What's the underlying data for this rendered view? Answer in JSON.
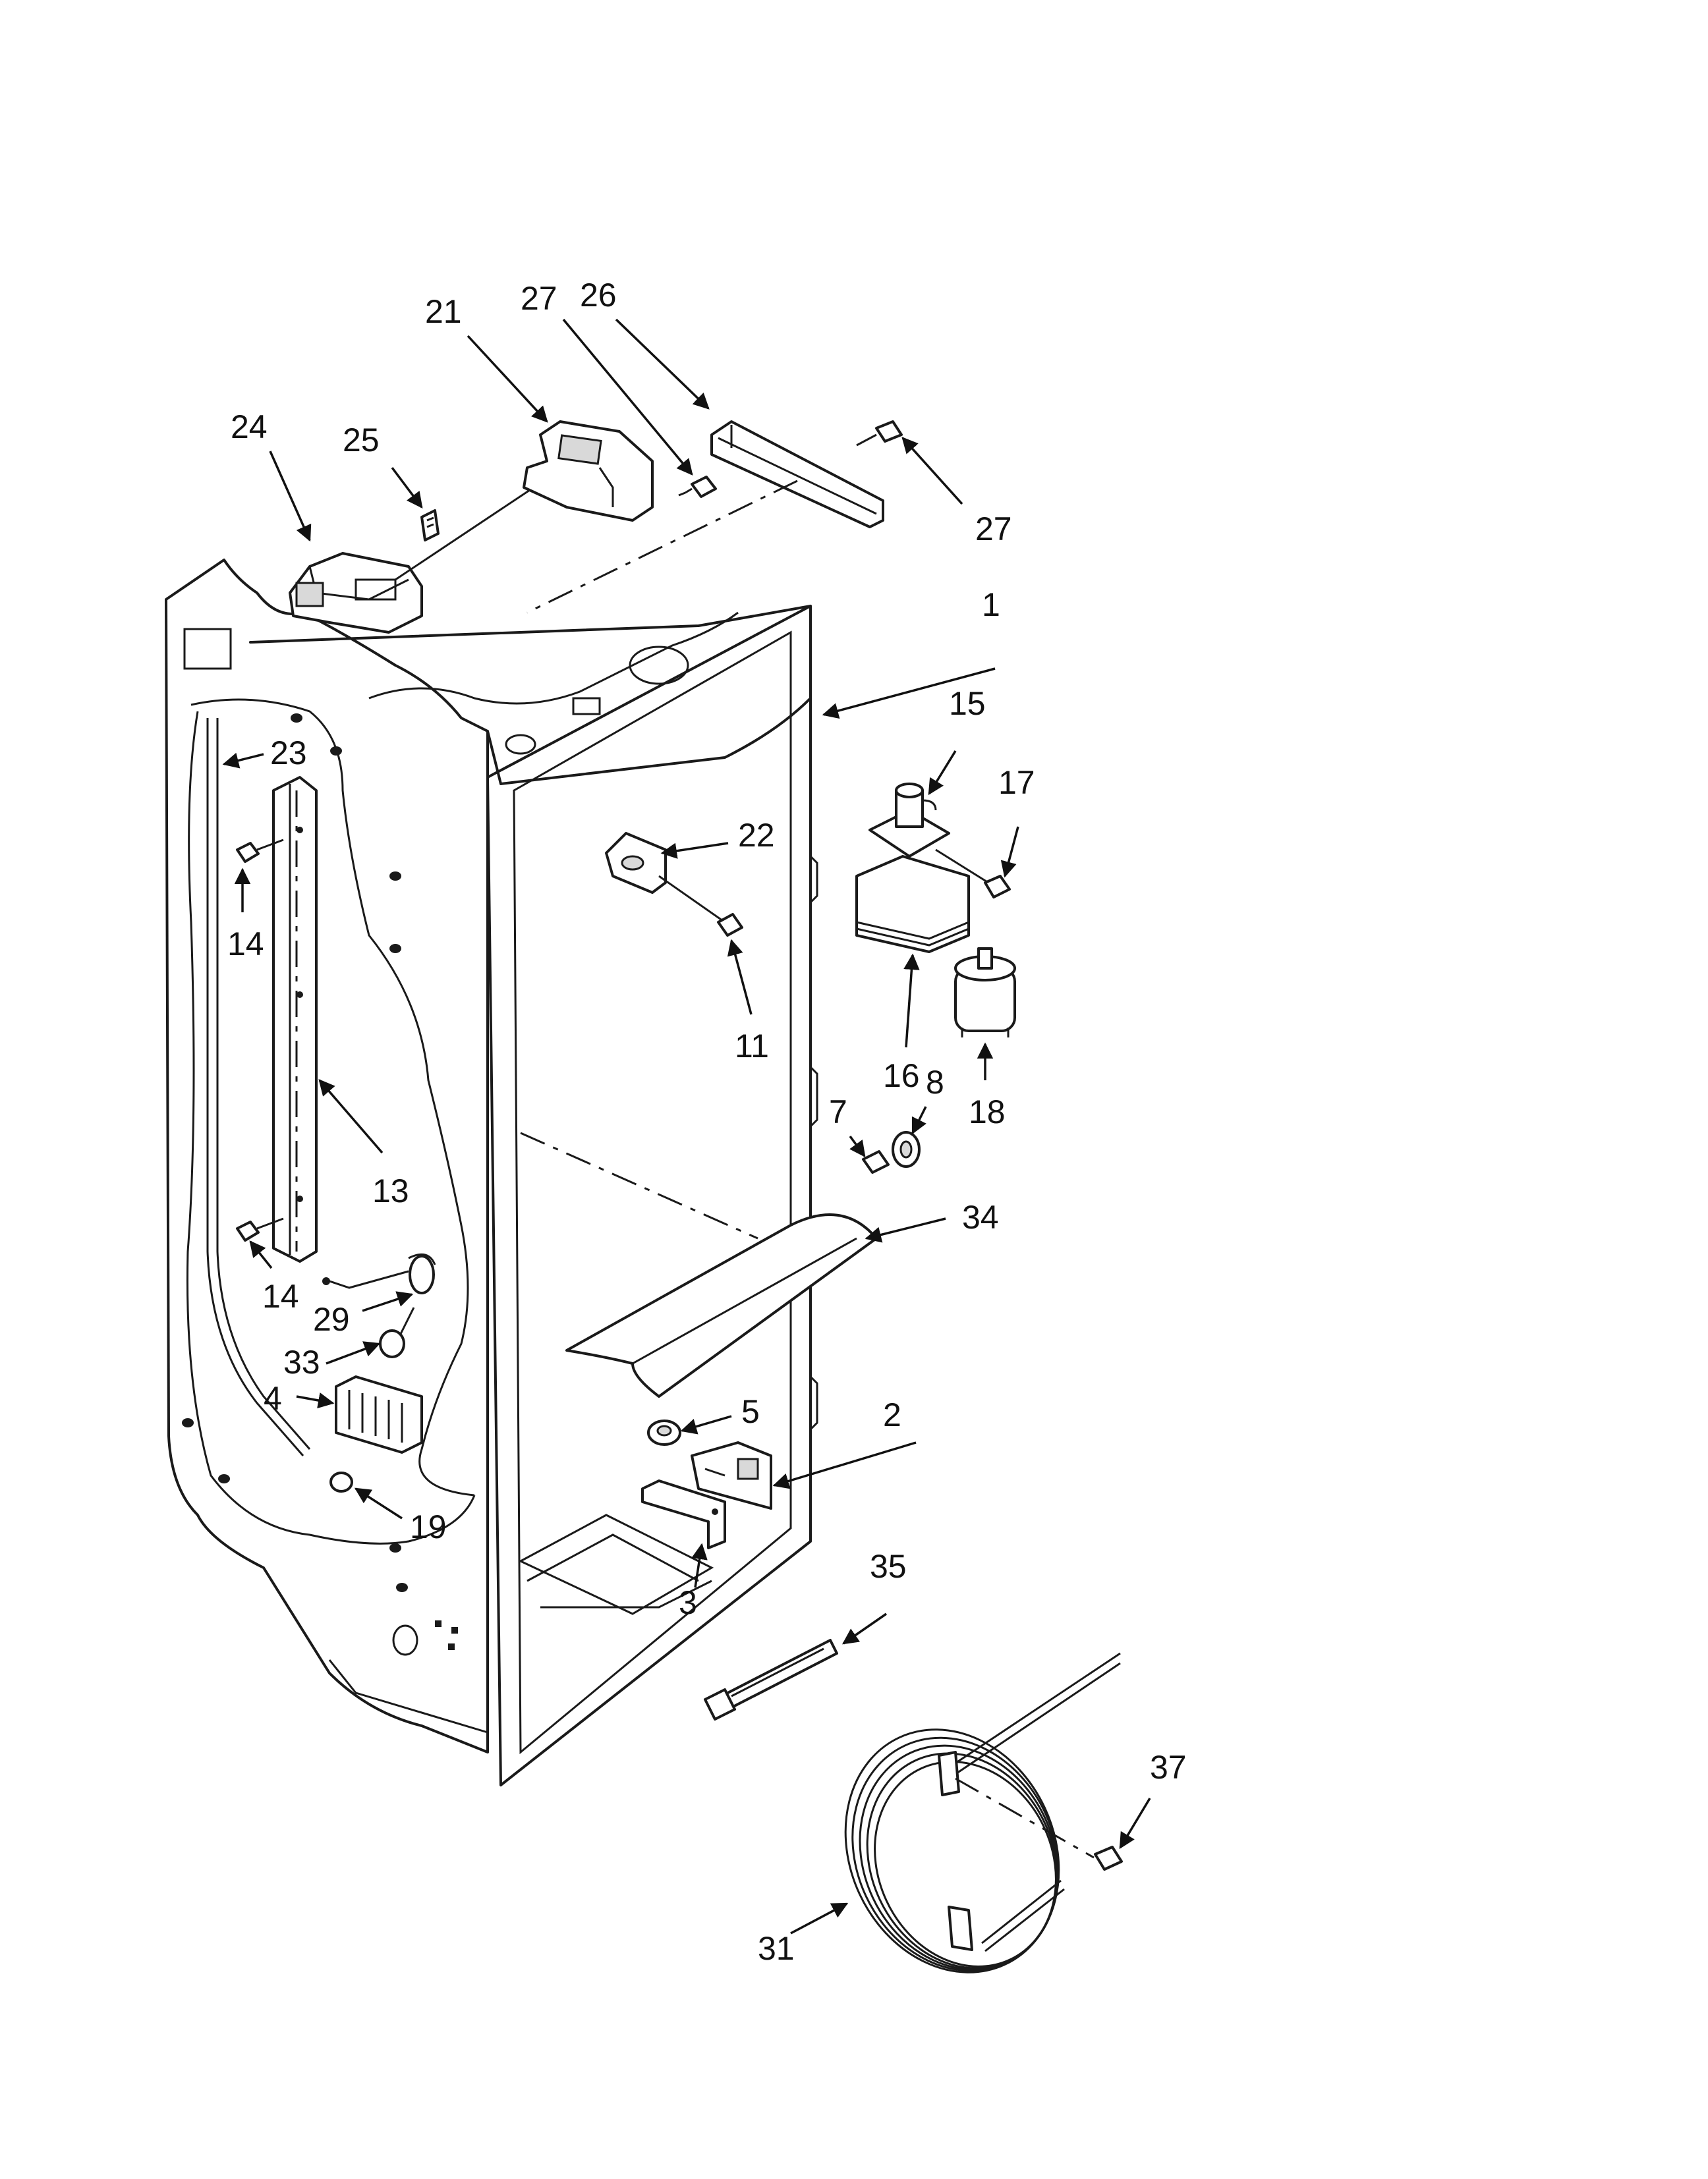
{
  "diagram": {
    "callouts": {
      "c1": "1",
      "c2": "2",
      "c3": "3",
      "c4": "4",
      "c5": "5",
      "c7": "7",
      "c8": "8",
      "c11": "11",
      "c13": "13",
      "c14a": "14",
      "c14b": "14",
      "c15": "15",
      "c16": "16",
      "c17": "17",
      "c18": "18",
      "c19": "19",
      "c21": "21",
      "c22": "22",
      "c23": "23",
      "c24": "24",
      "c25": "25",
      "c26": "26",
      "c27a": "27",
      "c27b": "27",
      "c29": "29",
      "c31": "31",
      "c33": "33",
      "c34": "34",
      "c35": "35",
      "c37": "37"
    }
  }
}
